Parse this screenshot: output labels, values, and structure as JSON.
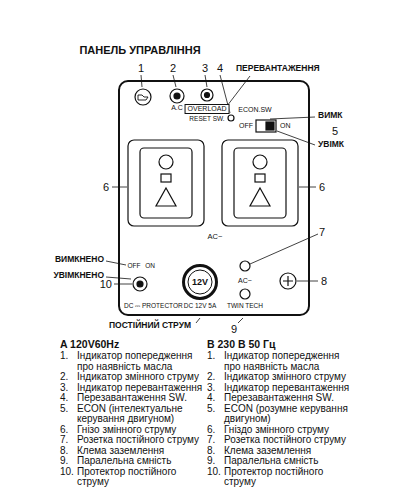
{
  "diagram": {
    "title": "ПАНЕЛЬ УПРАВЛІННЯ",
    "nodes": [
      {
        "text": [
          "A.C",
          "OVERLOAD",
          "RESET SW.",
          "ECON.SW",
          "OFF",
          "ON",
          "AC~",
          "OFF",
          "ON",
          "DC ⎓ PROTECTOR",
          "DC 12V 5A",
          "AC~",
          "TWIN TECH"
        ]
      },
      {
        "text": [
          "12V"
        ],
        "in": 0
      }
    ],
    "labels": [
      "1",
      "2",
      "3",
      "4",
      "ПЕРЕВАНТАЖЕННЯ",
      "ВИМК",
      "5",
      "УВІМК",
      "6",
      "6",
      "7",
      "ВИМКНЕНО",
      "УВІМКНЕНО",
      "10",
      "8",
      "9",
      "ПОСТІЙНИЙ СТРУМ",
      "A 120V60Hz",
      "1.",
      "Індикатор попередження про наявність масла",
      "2.",
      "Індикатор змінного струму",
      "3.",
      "Індикатор перевантаження",
      "4.",
      "Перезавантаження SW.",
      "5.",
      "ECON (інтелектуальне керування двигуном)",
      "6.",
      "Гнізо змінного струму",
      "7.",
      "Розетка постійного струму",
      "8.",
      "Клема заземлення",
      "9.",
      "Паралельна ємність",
      "10.",
      "Протектор постійного струму",
      "B 230 B 50 Гц",
      "1.",
      "Індикатор попередження про наявність масла",
      "2.",
      "Індикатор змінного струму",
      "3.",
      "Індикатор перевантаження",
      "4.",
      "Перезавантаження SW.",
      "5.",
      "ECON (розумне керування двигуном)",
      "6.",
      "Гніздо змінного струму",
      "7.",
      "Розетка постійного струму",
      "8.",
      "Клема заземлення",
      "9.",
      "Паралельна ємність",
      "10.",
      "Протектор постійного струму"
    ]
  }
}
